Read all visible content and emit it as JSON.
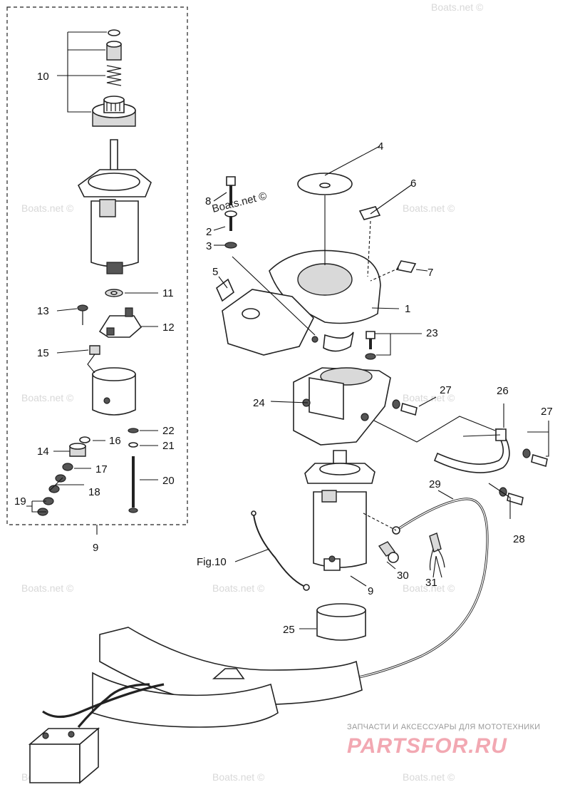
{
  "diagram": {
    "watermark": "Boats.net ©",
    "figure_ref": "Fig.10",
    "group_label": "9",
    "callouts": {
      "c1": "1",
      "c2": "2",
      "c3": "3",
      "c4": "4",
      "c5": "5",
      "c6": "6",
      "c7": "7",
      "c8": "8",
      "c9a": "9",
      "c9b": "9",
      "c10": "10",
      "c11": "11",
      "c12": "12",
      "c13": "13",
      "c14": "14",
      "c15": "15",
      "c16": "16",
      "c17": "17",
      "c18": "18",
      "c19": "19",
      "c20": "20",
      "c21": "21",
      "c22": "22",
      "c23": "23",
      "c24": "24",
      "c25": "25",
      "c26": "26",
      "c27a": "27",
      "c27b": "27",
      "c28": "28",
      "c29": "29",
      "c30": "30",
      "c31": "31"
    }
  },
  "footer": {
    "tagline": "ЗАПЧАСТИ И АКСЕССУАРЫ ДЛЯ МОТОТЕХНИКИ",
    "brand": "PARTSFOR.RU"
  }
}
